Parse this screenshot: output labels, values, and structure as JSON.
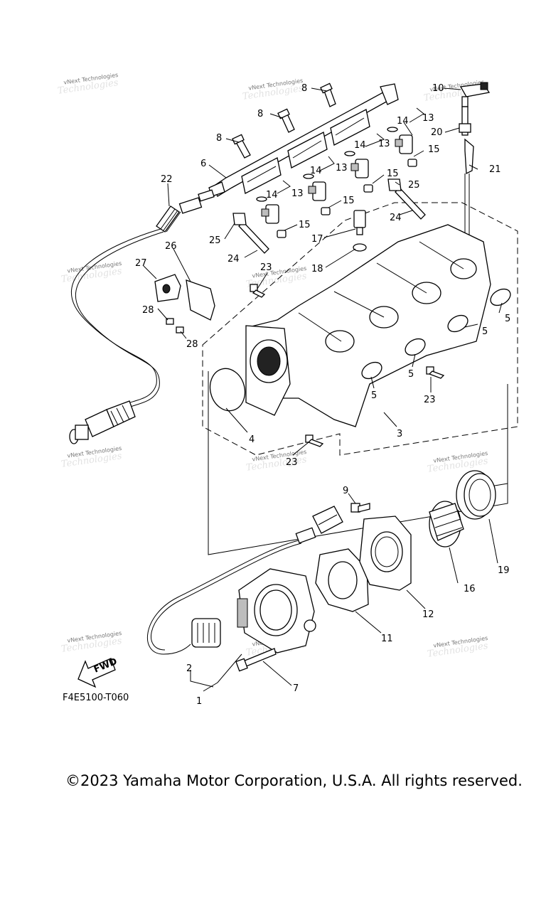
{
  "figure_code": "F4E5100-T060",
  "fwd_arrow_label": "FWD",
  "copyright": "©2023 Yamaha Motor Corporation, U.S.A. All rights reserved.",
  "watermark": {
    "small": "vNext Technologies",
    "large": "Technologies"
  },
  "callouts": {
    "c1": "1",
    "c2": "2",
    "c3": "3",
    "c4": "4",
    "c5a": "5",
    "c5b": "5",
    "c5c": "5",
    "c5d": "5",
    "c6": "6",
    "c7": "7",
    "c8a": "8",
    "c8b": "8",
    "c8c": "8",
    "c9": "9",
    "c10": "10",
    "c11": "11",
    "c12": "12",
    "c13a": "13",
    "c13b": "13",
    "c13c": "13",
    "c13d": "13",
    "c14a": "14",
    "c14b": "14",
    "c14c": "14",
    "c14d": "14",
    "c15a": "15",
    "c15b": "15",
    "c15c": "15",
    "c15d": "15",
    "c16": "16",
    "c17": "17",
    "c18": "18",
    "c19": "19",
    "c20": "20",
    "c21": "21",
    "c22": "22",
    "c23a": "23",
    "c23b": "23",
    "c23c": "23",
    "c24a": "24",
    "c24b": "24",
    "c25a": "25",
    "c25b": "25",
    "c26": "26",
    "c27": "27",
    "c28a": "28",
    "c28b": "28"
  }
}
